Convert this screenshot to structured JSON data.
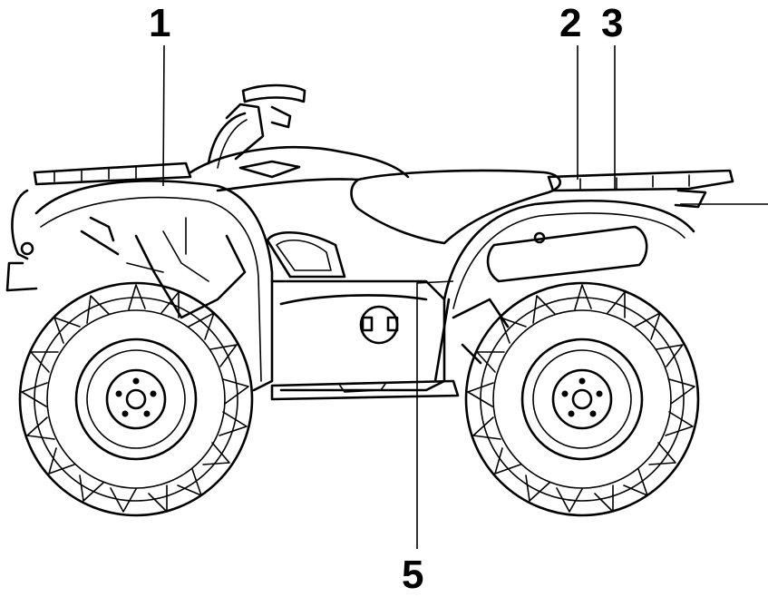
{
  "callouts": {
    "c1": "1",
    "c2": "2",
    "c3": "3",
    "c5": "5"
  },
  "colors": {
    "ink": "#000000",
    "paper": "#ffffff"
  }
}
